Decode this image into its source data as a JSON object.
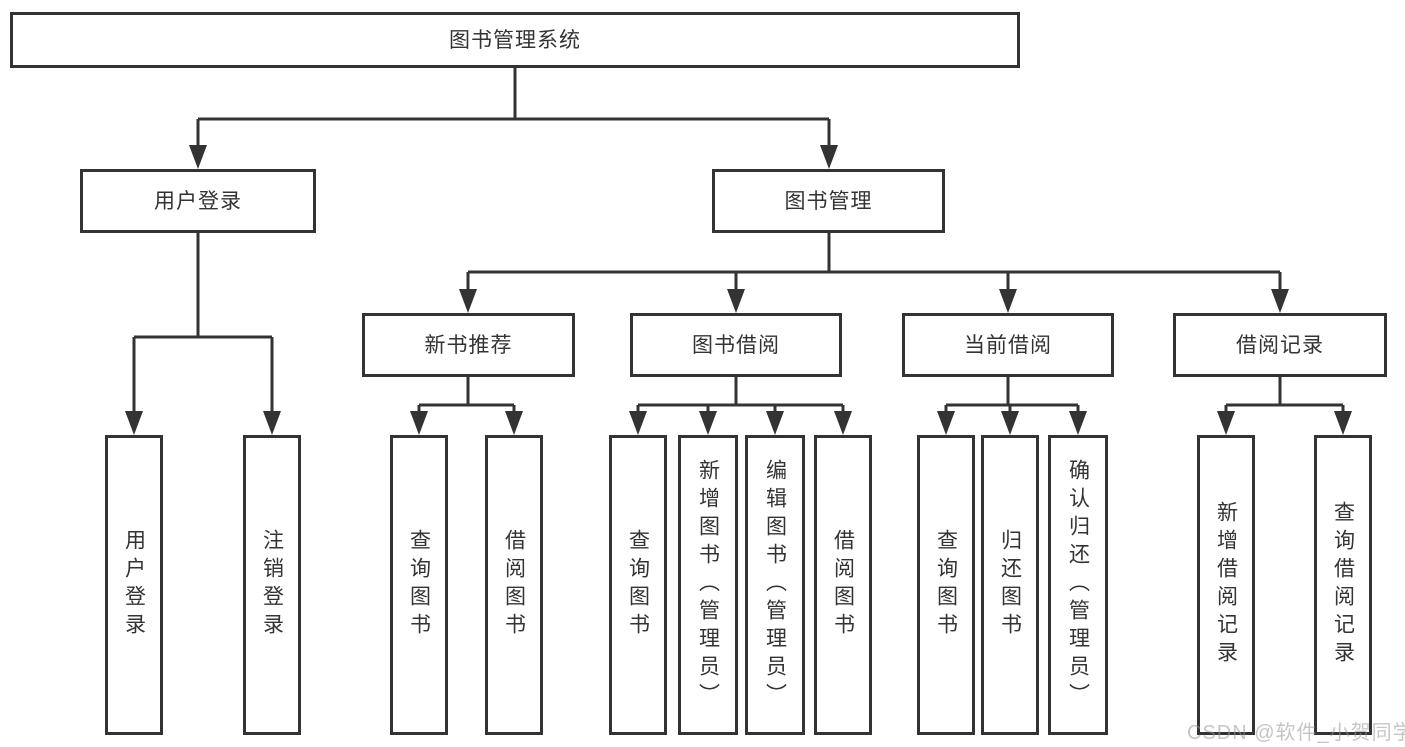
{
  "colors": {
    "line": "#333333",
    "text": "#333333",
    "box_background": "#ffffff",
    "watermark": "#a9a9a9"
  },
  "tree": {
    "label": "图书管理系统",
    "children": [
      {
        "label": "用户登录",
        "children": [
          {
            "label": "用户登录"
          },
          {
            "label": "注销登录"
          }
        ]
      },
      {
        "label": "图书管理",
        "children": [
          {
            "label": "新书推荐",
            "children": [
              {
                "label": "查询图书"
              },
              {
                "label": "借阅图书"
              }
            ]
          },
          {
            "label": "图书借阅",
            "children": [
              {
                "label": "查询图书"
              },
              {
                "label": "新增图书（管理员）"
              },
              {
                "label": "编辑图书（管理员）"
              },
              {
                "label": "借阅图书"
              }
            ]
          },
          {
            "label": "当前借阅",
            "children": [
              {
                "label": "查询图书"
              },
              {
                "label": "归还图书"
              },
              {
                "label": "确认归还（管理员）"
              }
            ]
          },
          {
            "label": "借阅记录",
            "children": [
              {
                "label": "新增借阅记录"
              },
              {
                "label": "查询借阅记录"
              }
            ]
          }
        ]
      }
    ]
  },
  "watermark": "CSDN @软件_小贺同学"
}
